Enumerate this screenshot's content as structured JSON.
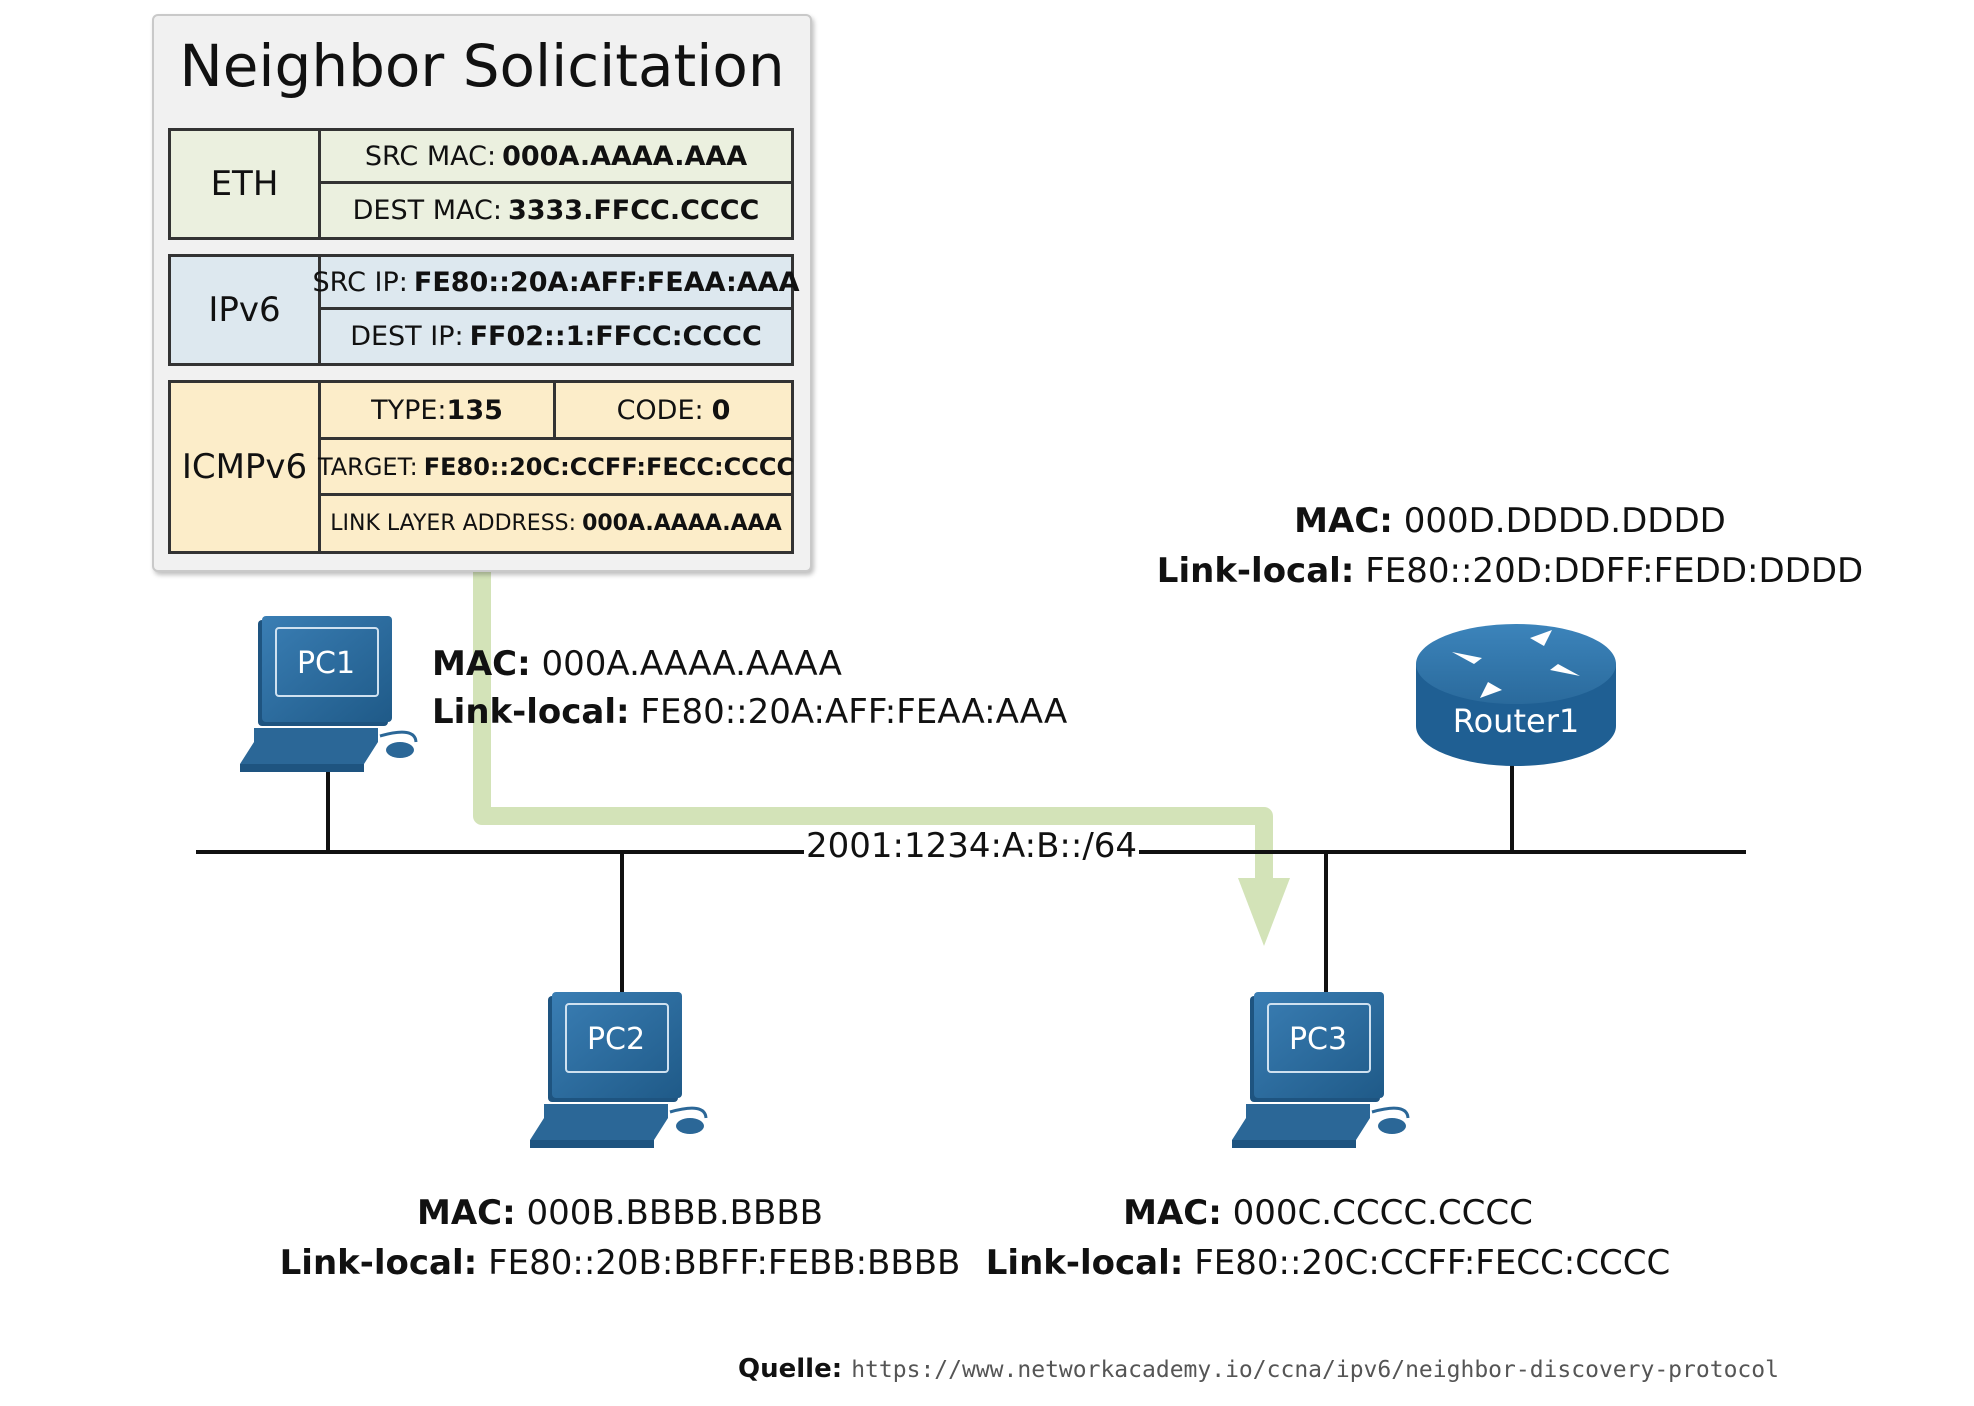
{
  "packet": {
    "title": "Neighbor Solicitation",
    "eth": {
      "name": "ETH",
      "src_label": "SRC MAC:",
      "src_value": "000A.AAAA.AAA",
      "dest_label": "DEST MAC:",
      "dest_value": "3333.FFCC.CCCC"
    },
    "ipv6": {
      "name": "IPv6",
      "src_label": "SRC IP:",
      "src_value": "FE80::20A:AFF:FEAA:AAA",
      "dest_label": "DEST IP:",
      "dest_value": "FF02::1:FFCC:CCCC"
    },
    "icmpv6": {
      "name": "ICMPv6",
      "type_label": "TYPE:",
      "type_value": "135",
      "code_label": "CODE:",
      "code_value": "0",
      "target_label": "TARGET:",
      "target_value": "FE80::20C:CCFF:FECC:CCCC",
      "lla_label": "LINK LAYER ADDRESS:",
      "lla_value": "000A.AAAA.AAA"
    }
  },
  "network": {
    "label": "2001:1234:A:B::/64"
  },
  "devices": {
    "pc1": {
      "name": "PC1",
      "mac_label": "MAC:",
      "mac": "000A.AAAA.AAAA",
      "ll_label": "Link-local:",
      "ll": "FE80::20A:AFF:FEAA:AAA"
    },
    "pc2": {
      "name": "PC2",
      "mac_label": "MAC:",
      "mac": "000B.BBBB.BBBB",
      "ll_label": "Link-local:",
      "ll": "FE80::20B:BBFF:FEBB:BBBB"
    },
    "pc3": {
      "name": "PC3",
      "mac_label": "MAC:",
      "mac": "000C.CCCC.CCCC",
      "ll_label": "Link-local:",
      "ll": "FE80::20C:CCFF:FECC:CCCC"
    },
    "router1": {
      "name": "Router1",
      "mac_label": "MAC:",
      "mac": "000D.DDDD.DDDD",
      "ll_label": "Link-local:",
      "ll": "FE80::20D:DDFF:FEDD:DDDD"
    }
  },
  "footer": {
    "label": "Quelle:",
    "url": "https://www.networkacademy.io/ccna/ipv6/neighbor-discovery-protocol"
  },
  "colors": {
    "device_blue": "#2c6a9a",
    "path_green": "#cfe0b2",
    "eth_bg": "#ebf0df",
    "ipv6_bg": "#dde8ef",
    "icmp_bg": "#fcedc9"
  }
}
